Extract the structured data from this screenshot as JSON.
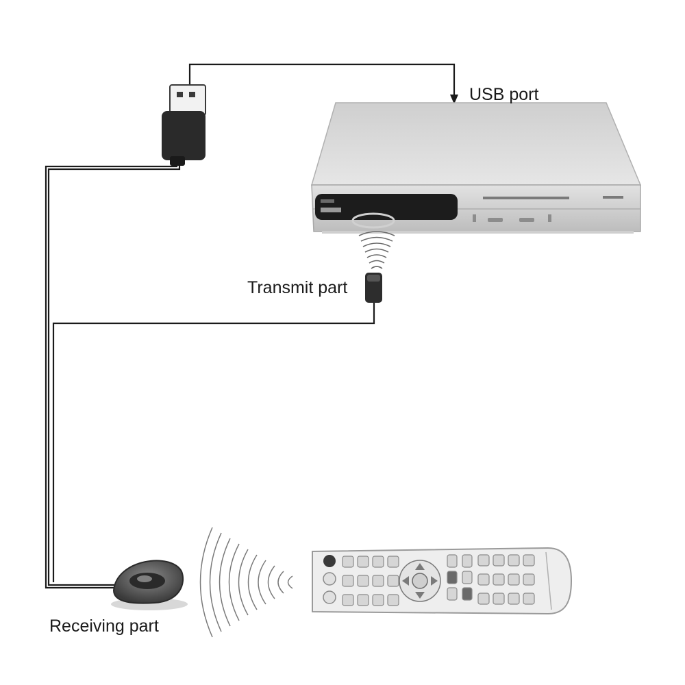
{
  "labels": {
    "usb_port": "USB port",
    "transmit_part": "Transmit part",
    "receiving_part": "Receiving part"
  },
  "colors": {
    "cable": "#1a1a1a",
    "receiver_body": "#6b6b6b",
    "set_top_box": "#dcdcdc",
    "remote": "#eeeeee",
    "usb_plug": "#2a2a2a"
  },
  "icons": {
    "usb_plug": "usb-plug-icon",
    "set_top_box": "set-top-box-icon",
    "transmitter": "ir-transmitter-icon",
    "receiver": "ir-receiver-icon",
    "remote": "remote-control-icon",
    "signal": "ir-signal-icon"
  }
}
